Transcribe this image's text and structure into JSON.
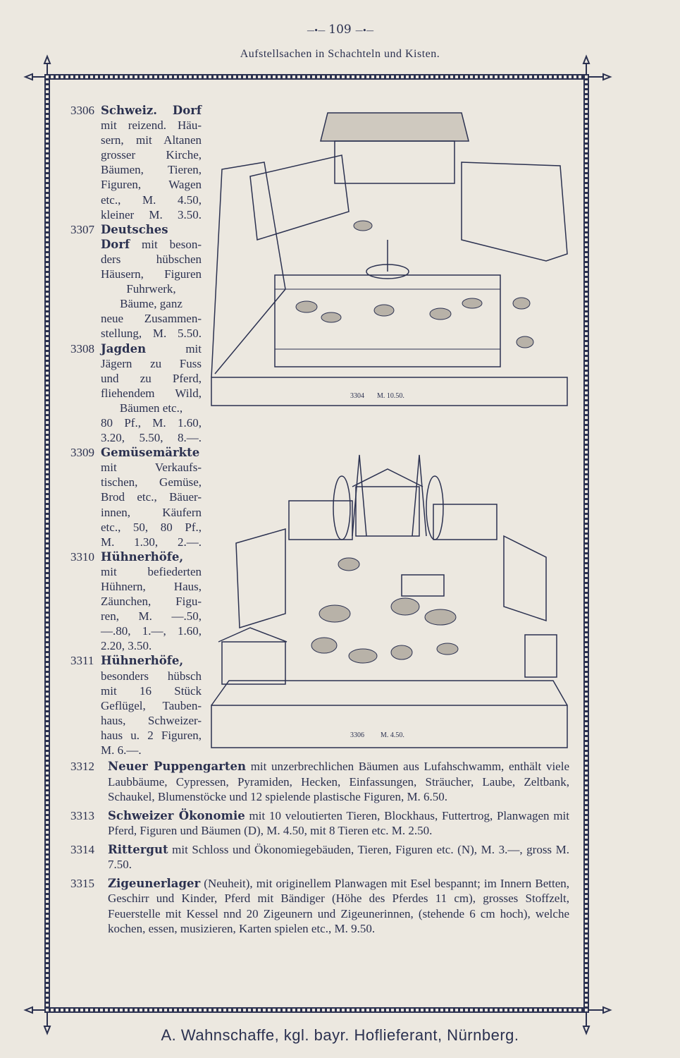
{
  "header": {
    "page_number": "109",
    "running_head": "Aufstellsachen in Schachteln und Kisten."
  },
  "left_column": [
    {
      "num": "3306",
      "lines": [
        [
          {
            "t": "Schweiz. Dorf",
            "b": true
          }
        ],
        [
          {
            "t": "mit reizend. Häu-"
          }
        ],
        [
          {
            "t": "sern, mit Altanen"
          }
        ],
        [
          {
            "t": "grosser Kirche,"
          }
        ],
        [
          {
            "t": "Bäumen, Tieren,"
          }
        ],
        [
          {
            "t": "Figuren, Wagen"
          }
        ],
        [
          {
            "t": "etc., M. 4.50,"
          }
        ],
        [
          {
            "t": "kleiner M. 3.50."
          }
        ]
      ]
    },
    {
      "num": "3307",
      "lines": [
        [
          {
            "t": "Deutsches",
            "b": true
          }
        ],
        [
          {
            "t": "Dorf",
            "b": true
          },
          {
            "t": " mit beson-"
          }
        ],
        [
          {
            "t": "ders hübschen"
          }
        ],
        [
          {
            "t": "Häusern, Figuren"
          }
        ],
        [
          {
            "t": "Fuhrwerk,"
          }
        ],
        [
          {
            "t": "Bäume, ganz"
          }
        ],
        [
          {
            "t": "neue Zusammen-"
          }
        ],
        [
          {
            "t": "stellung, M. 5.50."
          }
        ]
      ]
    },
    {
      "num": "3308",
      "lines": [
        [
          {
            "t": "Jagden",
            "b": true
          },
          {
            "t": " mit"
          }
        ],
        [
          {
            "t": "Jägern zu Fuss"
          }
        ],
        [
          {
            "t": "und zu Pferd,"
          }
        ],
        [
          {
            "t": "fliehendem Wild,"
          }
        ],
        [
          {
            "t": "Bäumen etc.,"
          }
        ],
        [
          {
            "t": "80 Pf., M. 1.60,"
          }
        ],
        [
          {
            "t": "3.20, 5.50, 8.—."
          }
        ]
      ]
    },
    {
      "num": "3309",
      "lines": [
        [
          {
            "t": "Gemüsemärkte",
            "b": true
          }
        ],
        [
          {
            "t": "mit Verkaufs-"
          }
        ],
        [
          {
            "t": "tischen, Gemüse,"
          }
        ],
        [
          {
            "t": "Brod etc., Bäuer-"
          }
        ],
        [
          {
            "t": "innen, Käufern"
          }
        ],
        [
          {
            "t": "etc., 50, 80 Pf.,"
          }
        ],
        [
          {
            "t": "M. 1.30, 2.—."
          }
        ]
      ]
    },
    {
      "num": "3310",
      "lines": [
        [
          {
            "t": "Hühnerhöfe,",
            "b": true
          }
        ],
        [
          {
            "t": "mit befiederten"
          }
        ],
        [
          {
            "t": "Hühnern, Haus,"
          }
        ],
        [
          {
            "t": "Zäunchen, Figu-"
          }
        ],
        [
          {
            "t": "ren, M. —.50,"
          }
        ],
        [
          {
            "t": "—.80, 1.—, 1.60,"
          }
        ],
        [
          {
            "t": "2.20, 3.50."
          }
        ]
      ]
    },
    {
      "num": "3311",
      "lines": [
        [
          {
            "t": "Hühnerhöfe,",
            "b": true
          }
        ],
        [
          {
            "t": "besonders hübsch"
          }
        ],
        [
          {
            "t": "mit 16 Stück"
          }
        ],
        [
          {
            "t": "Geflügel, Tauben-"
          }
        ],
        [
          {
            "t": "haus, Schweizer-"
          }
        ],
        [
          {
            "t": "haus u. 2 Figuren,"
          }
        ],
        [
          {
            "t": "M. 6.—."
          }
        ]
      ]
    }
  ],
  "illustrations": [
    {
      "caption_num": "3304",
      "caption_price": "M. 10.50."
    },
    {
      "caption_num": "3306",
      "caption_price": "M. 4.50."
    }
  ],
  "bottom_entries": [
    {
      "num": "3312",
      "title": "Neuer Puppengarten",
      "text": " mit unzerbrechlichen Bäumen aus Lufahschwamm, enthält viele Laubbäume, Cypressen, Pyramiden, Hecken, Einfassungen, Sträucher, Laube, Zeltbank, Schaukel, Blumenstöcke und 12 spielende plastische Figuren, M. 6.50."
    },
    {
      "num": "3313",
      "title": "Schweizer Ökonomie",
      "text": " mit 10 veloutierten Tieren, Blockhaus, Futtertrog, Planwagen mit Pferd, Figuren und Bäumen (D), M. 4.50, mit 8 Tieren etc. M. 2.50."
    },
    {
      "num": "3314",
      "title": "Rittergut",
      "text": " mit Schloss und Ökonomiegebäuden, Tieren, Figuren etc. (N), M. 3.—, gross M. 7.50."
    },
    {
      "num": "3315",
      "title": "Zigeunerlager",
      "text": " (Neuheit), mit originellem Planwagen mit Esel bespannt; im Innern Betten, Geschirr und Kinder, Pferd mit Bändiger (Höhe des Pferdes 11 cm), grosses Stoffzelt, Feuerstelle mit Kessel nnd 20 Zigeunern und Zigeunerinnen, (stehende 6 cm hoch), welche kochen, essen, musizieren, Karten spielen etc., M. 9.50."
    }
  ],
  "footer": {
    "text": "A. Wahnschaffe, kgl. bayr. Hoflieferant, Nürnberg."
  },
  "colors": {
    "ink": "#2b3150",
    "paper": "#ece8e0"
  }
}
